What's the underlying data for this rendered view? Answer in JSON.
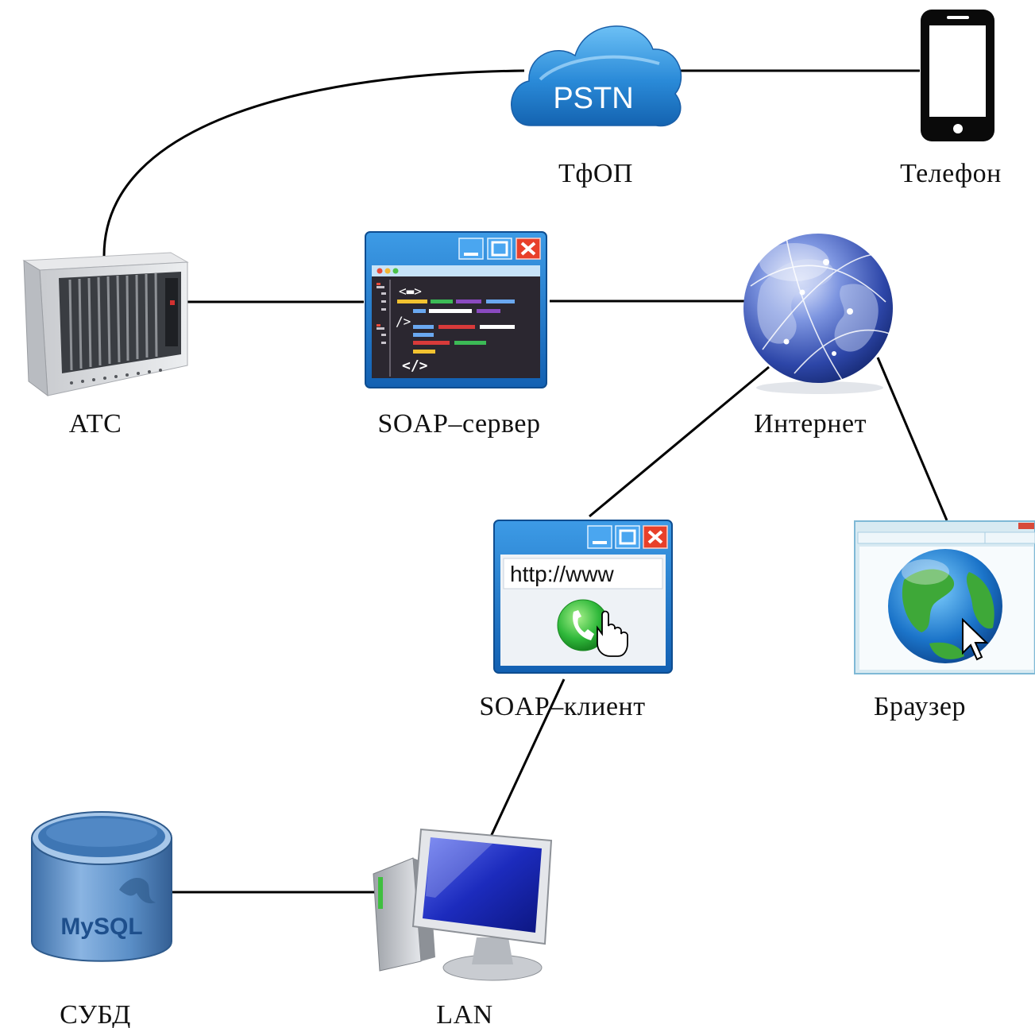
{
  "nodes": {
    "pstn": {
      "label": "ТфОП",
      "icon": "cloud-icon",
      "icon_text": "PSTN"
    },
    "phone": {
      "label": "Телефон",
      "icon": "smartphone-icon"
    },
    "pbx": {
      "label": "АТС",
      "icon": "pbx-rack-icon"
    },
    "soap_server": {
      "label": "SOAP–сервер",
      "icon": "code-window-icon"
    },
    "internet": {
      "label": "Интернет",
      "icon": "globe-icon"
    },
    "soap_client": {
      "label": "SOAP–клиент",
      "icon": "web-call-window-icon",
      "url_text": "http://www"
    },
    "browser": {
      "label": "Браузер",
      "icon": "browser-globe-icon"
    },
    "dbms": {
      "label": "СУБД",
      "icon": "database-icon",
      "logo_text": "MySQL"
    },
    "lan": {
      "label": "LAN",
      "icon": "desktop-computer-icon"
    }
  },
  "connections": [
    [
      "pbx",
      "pstn"
    ],
    [
      "pstn",
      "phone"
    ],
    [
      "pbx",
      "soap_server"
    ],
    [
      "soap_server",
      "internet"
    ],
    [
      "internet",
      "soap_client"
    ],
    [
      "internet",
      "browser"
    ],
    [
      "soap_client",
      "lan"
    ],
    [
      "lan",
      "dbms"
    ]
  ],
  "colors": {
    "line": "#000000",
    "cloud": "#2a8ad8",
    "window_blue": "#1d73c8",
    "close_red": "#e8402a",
    "globe_blue": "#3a5fc8",
    "call_green": "#2fb83a",
    "db_blue": "#5b8fc7"
  }
}
